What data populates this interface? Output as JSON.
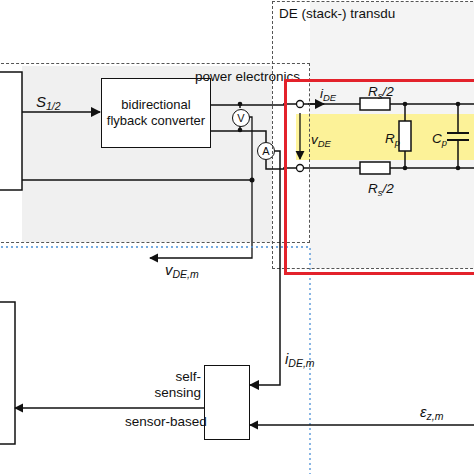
{
  "diagram": {
    "nodes": [
      {
        "text": [
          "power electronics"
        ]
      },
      {
        "text": [
          "DE (stack-) transdu"
        ]
      },
      {
        "text": [
          "bidirectional flyback converter"
        ],
        "in": 0
      },
      {
        "text": [
          "V"
        ],
        "in": 0
      },
      {
        "text": [
          "A"
        ],
        "in": 0
      },
      {
        "text": [
          "iDE",
          "vDE",
          "Rs/2",
          "Rp",
          "Cp",
          "Rs/2"
        ],
        "in": 1
      },
      {
        "text": [
          "self- sensing",
          "sensor-based"
        ]
      }
    ],
    "edges": [
      {
        "from": 2,
        "to": 5,
        "arrow": "none"
      },
      {
        "from": 2,
        "to": 4,
        "arrow": "none"
      },
      {
        "from": 4,
        "to": 5,
        "arrow": "none"
      },
      {
        "from": 4,
        "to": 6,
        "arrow": "to",
        "label": "iDE,m"
      }
    ],
    "labels": [
      "S1/2",
      "vDE,m",
      "εz,m"
    ]
  }
}
